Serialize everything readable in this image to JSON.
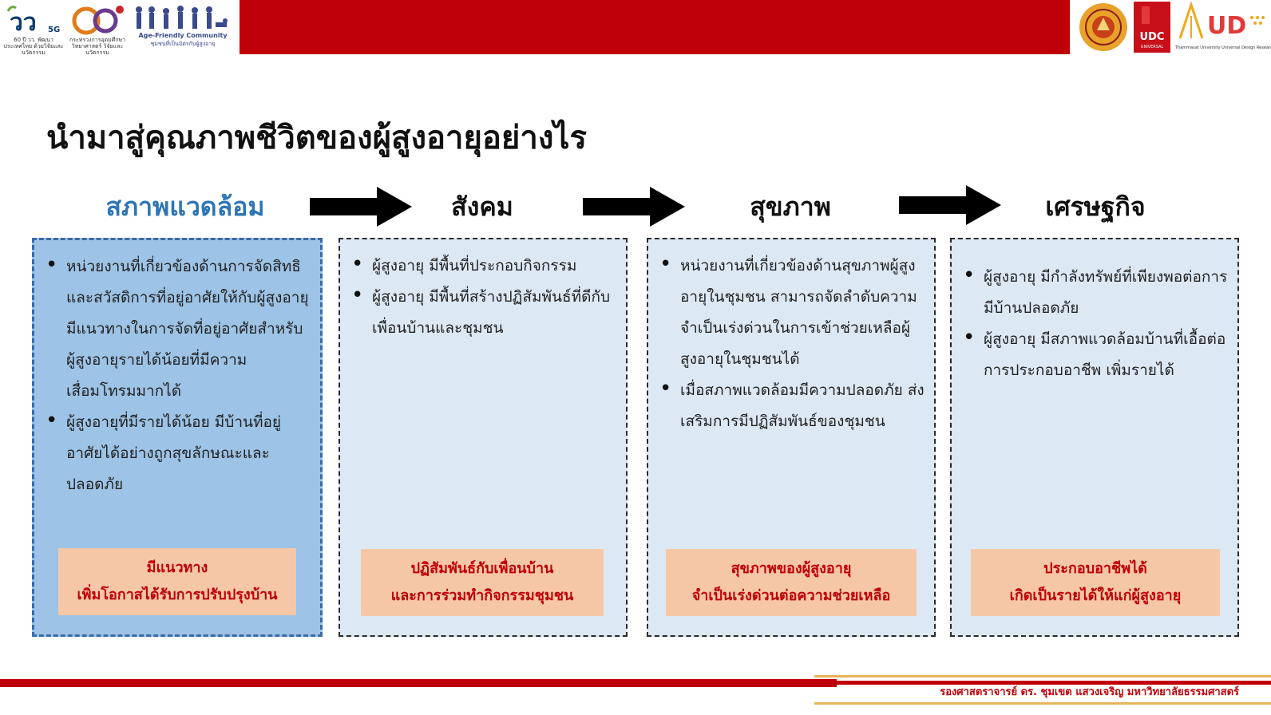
{
  "header": {
    "logos_left": [
      {
        "name": "vor-60-5g-logo",
        "mark": "วว",
        "sub": "5G",
        "caption": "60 ปี วว. พัฒนาประเทศไทย ด้วยวิจัยและนวัตกรรม"
      },
      {
        "name": "60-years-ministry-logo",
        "mark": "60",
        "caption": "กระทรวงการอุดมศึกษา วิทยาศาสตร์ วิจัยและนวัตกรรม"
      },
      {
        "name": "age-friendly-community-logo",
        "title": "Age-Friendly Community",
        "caption": "ชุมชนที่เป็นมิตรกับผู้สูงอายุ"
      }
    ],
    "logos_right": [
      {
        "name": "thammasat-university-seal"
      },
      {
        "name": "udc-logo",
        "mark": "UDC",
        "caption": "UNIVERSAL DESIGN CENTER"
      },
      {
        "name": "tu-udr-logo",
        "mark": "UD",
        "caption": "Thammasat University Universal Design Research Unit"
      }
    ],
    "brand_red": "#c00008"
  },
  "title": "นำมาสู่คุณภาพชีวิตของผู้สูงอายุอย่างไร",
  "columns": [
    {
      "heading": "สภาพแวดล้อม",
      "heading_color": "#2e75b6",
      "active": true,
      "bullets": [
        "หน่วยงานที่เกี่ยวข้องด้านการจัดสิทธิและสวัสดิการที่อยู่อาศัยให้กับผู้สูงอายุมีแนวทางในการจัดที่อยู่อาศัยสำหรับผู้สูงอายุรายได้น้อยที่มีความเสื่อมโทรมมากได้",
        "ผู้สูงอายุที่มีรายได้น้อย มีบ้านที่อยู่อาศัยได้อย่างถูกสุขลักษณะและปลอดภัย"
      ],
      "outcome": [
        "มีแนวทาง",
        "เพิ่มโอกาสได้รับการปรับปรุงบ้าน"
      ]
    },
    {
      "heading": "สังคม",
      "heading_color": "#111111",
      "active": false,
      "bullets": [
        "ผู้สูงอายุ มีพื้นที่ประกอบกิจกรรม",
        "ผู้สูงอายุ มีพื้นที่สร้างปฏิสัมพันธ์ที่ดีกับเพื่อนบ้านและชุมชน"
      ],
      "outcome": [
        "ปฏิสัมพันธ์กับเพื่อนบ้าน",
        "และการร่วมทำกิจกรรมชุมชน"
      ]
    },
    {
      "heading": "สุขภาพ",
      "heading_color": "#111111",
      "active": false,
      "bullets": [
        "หน่วยงานที่เกี่ยวข้องด้านสุขภาพผู้สูงอายุในชุมชน สามารถจัดลำดับความจำเป็นเร่งด่วนในการเข้าช่วยเหลือผู้สูงอายุในชุมชนได้",
        "เมื่อสภาพแวดล้อมมีความปลอดภัย ส่งเสริมการมีปฏิสัมพันธ์ของชุมชน"
      ],
      "outcome": [
        "สุขภาพของผู้สูงอายุ",
        "จำเป็นเร่งด่วนต่อความช่วยเหลือ"
      ]
    },
    {
      "heading": "เศรษฐกิจ",
      "heading_color": "#111111",
      "active": false,
      "bullets": [
        "ผู้สูงอายุ มีกำลังทรัพย์ที่เพียงพอต่อการมีบ้านปลอดภัย",
        "ผู้สูงอายุ มีสภาพแวดล้อมบ้านที่เอื้อต่อการประกอบอาชีพ เพิ่มรายได้"
      ],
      "outcome": [
        "ประกอบอาชีพได้",
        "เกิดเป็นรายได้ให้แก่ผู้สูงอายุ"
      ]
    }
  ],
  "footer": {
    "author": "รองศาสตราจารย์ ดร. ชุมเขต แสวงเจริญ มหาวิทยาลัยธรรมศาสตร์"
  }
}
